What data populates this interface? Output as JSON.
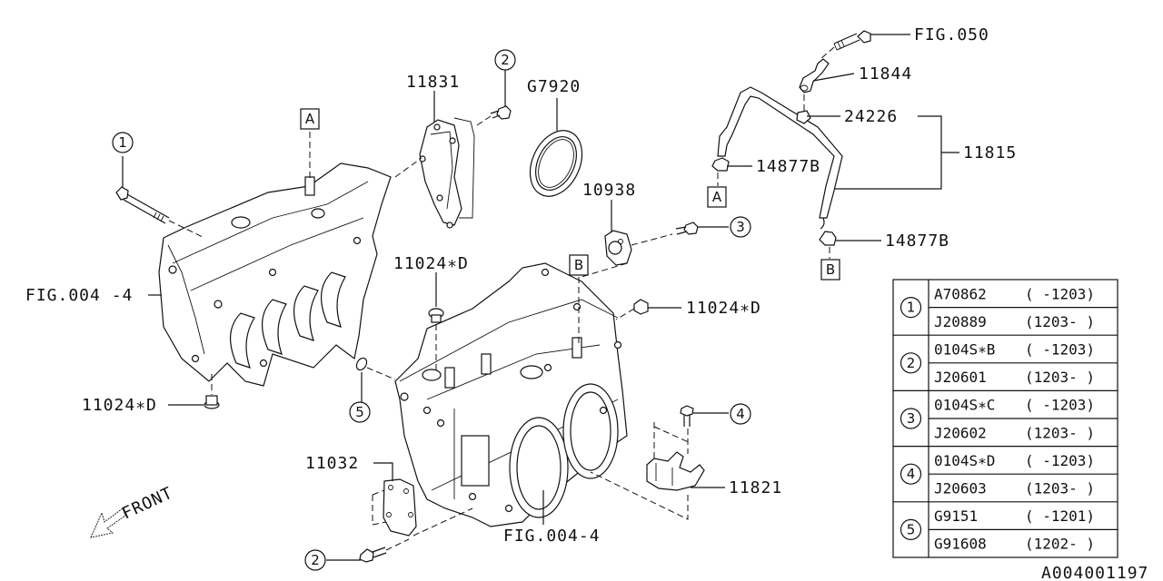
{
  "diagram": {
    "id_code": "A004001197",
    "front_label": "FRONT",
    "callouts": {
      "fig050": "FIG.050",
      "p11844": "11844",
      "p24226": "24226",
      "p11815": "11815",
      "p14877b_top": "14877B",
      "p14877b_bottom": "14877B",
      "p11831": "11831",
      "pg7920": "G7920",
      "p10938": "10938",
      "p11024d_left": "11024∗D",
      "p11024d_center": "11024∗D",
      "p11024d_right": "11024∗D",
      "fig004_left": "FIG.004 -4",
      "fig004_bottom": "FIG.004-4",
      "p11032": "11032",
      "p11821": "11821"
    },
    "ref_boxes": {
      "a_block": "A",
      "a_hose": "A",
      "b_block": "B",
      "b_hose": "B"
    },
    "circle_refs": {
      "c1": "1",
      "c2_top": "2",
      "c2_bottom": "2",
      "c3": "3",
      "c4": "4",
      "c5": "5"
    },
    "parts_table": [
      {
        "ref": "1",
        "rows": [
          {
            "part": "A70862",
            "range": "( -1203)"
          },
          {
            "part": "J20889",
            "range": "(1203- )"
          }
        ]
      },
      {
        "ref": "2",
        "rows": [
          {
            "part": "0104S∗B",
            "range": "( -1203)"
          },
          {
            "part": "J20601",
            "range": "(1203- )"
          }
        ]
      },
      {
        "ref": "3",
        "rows": [
          {
            "part": "0104S∗C",
            "range": "( -1203)"
          },
          {
            "part": "J20602",
            "range": "(1203- )"
          }
        ]
      },
      {
        "ref": "4",
        "rows": [
          {
            "part": "0104S∗D",
            "range": "( -1203)"
          },
          {
            "part": "J20603",
            "range": "(1203- )"
          }
        ]
      },
      {
        "ref": "5",
        "rows": [
          {
            "part": "G9151",
            "range": "( -1201)"
          },
          {
            "part": "G91608",
            "range": "(1202- )"
          }
        ]
      }
    ]
  }
}
